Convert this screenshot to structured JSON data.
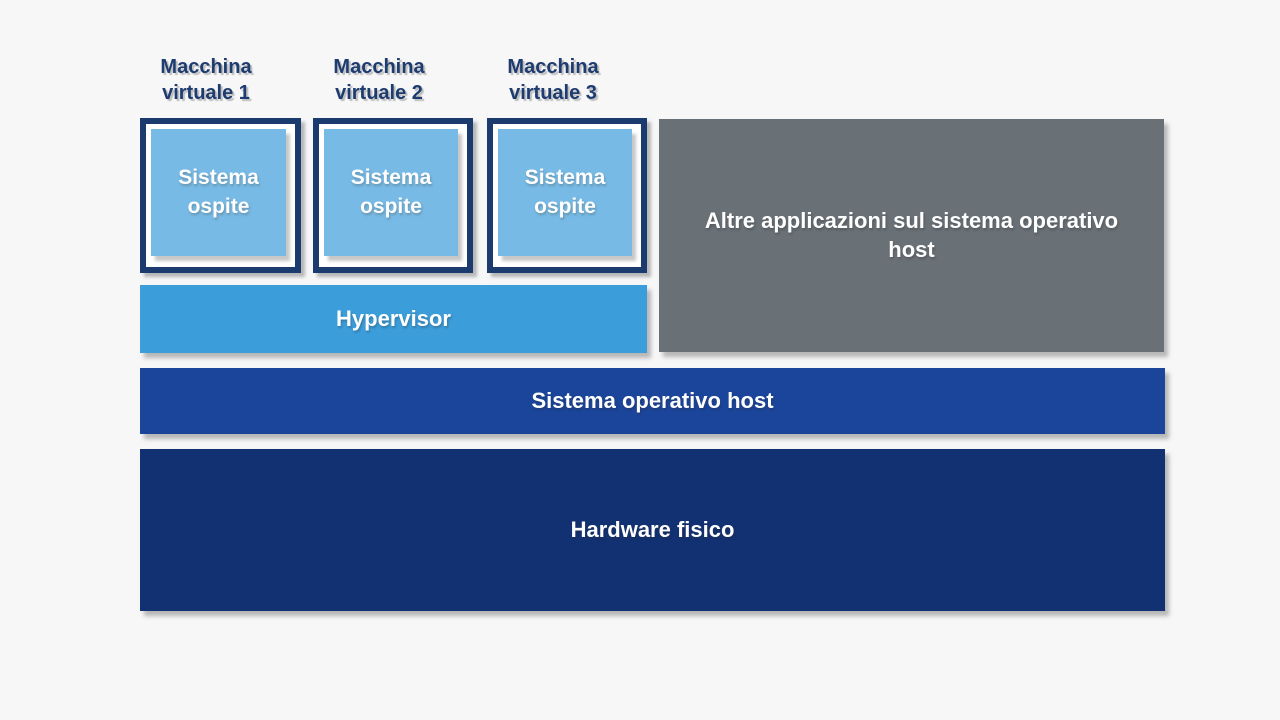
{
  "diagram": {
    "vms": [
      {
        "title": "Macchina\nvirtuale 1",
        "guest": "Sistema\nospite"
      },
      {
        "title": "Macchina\nvirtuale 2",
        "guest": "Sistema\nospite"
      },
      {
        "title": "Macchina\nvirtuale 3",
        "guest": "Sistema\nospite"
      }
    ],
    "other_apps": "Altre applicazioni sul sistema operativo host",
    "hypervisor": "Hypervisor",
    "host_os": "Sistema operativo host",
    "hardware": "Hardware fisico"
  },
  "colors": {
    "background": "#f7f7f8",
    "vm_border_navy": "#1b3a6e",
    "vm_label_text": "#1e3c70",
    "guest_blue": "#76bae5",
    "hypervisor_blue": "#3b9edb",
    "host_os_blue": "#1b459b",
    "hardware_navy": "#123173",
    "other_apps_gray": "#697076",
    "block_text": "#ffffff"
  }
}
